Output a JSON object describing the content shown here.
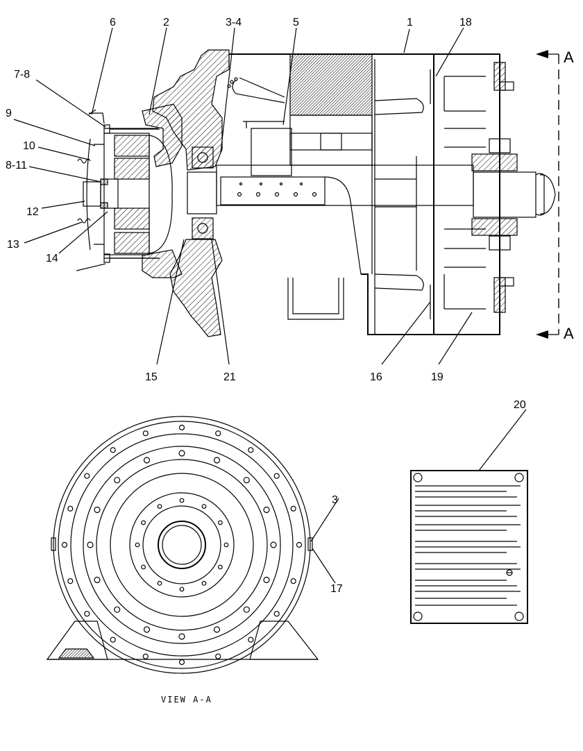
{
  "callouts": [
    {
      "id": "c1",
      "text": "1"
    },
    {
      "id": "c2",
      "text": "2"
    },
    {
      "id": "c3-4",
      "text": "3-4"
    },
    {
      "id": "c5",
      "text": "5"
    },
    {
      "id": "c6",
      "text": "6"
    },
    {
      "id": "c7-8",
      "text": "7-8"
    },
    {
      "id": "c9",
      "text": "9"
    },
    {
      "id": "c10",
      "text": "10"
    },
    {
      "id": "c8-11",
      "text": "8-11"
    },
    {
      "id": "c12",
      "text": "12"
    },
    {
      "id": "c13",
      "text": "13"
    },
    {
      "id": "c14",
      "text": "14"
    },
    {
      "id": "c15",
      "text": "15"
    },
    {
      "id": "c21",
      "text": "21"
    },
    {
      "id": "c16",
      "text": "16"
    },
    {
      "id": "c19",
      "text": "19"
    },
    {
      "id": "c18",
      "text": "18"
    },
    {
      "id": "c20",
      "text": "20"
    },
    {
      "id": "c3b",
      "text": "3"
    },
    {
      "id": "c17",
      "text": "17"
    }
  ],
  "section_marks": {
    "top": "A",
    "bottom": "A"
  },
  "view_label": "VIEW A-A"
}
